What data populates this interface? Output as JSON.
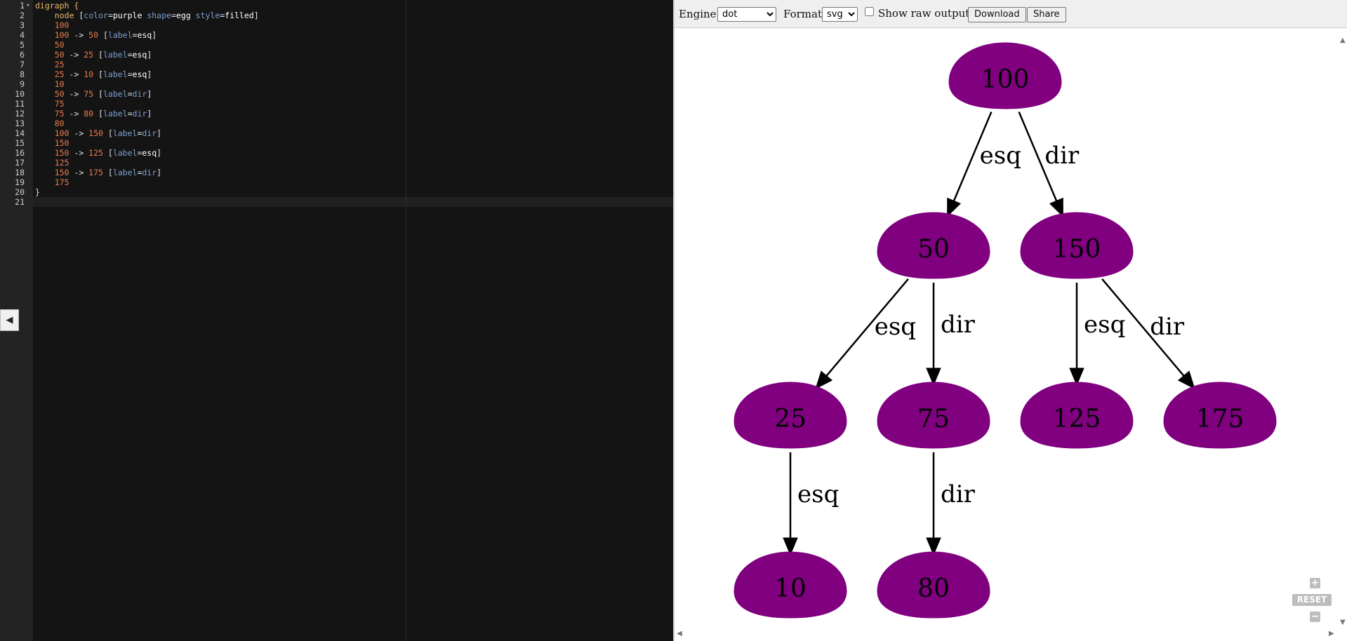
{
  "editor": {
    "line_numbers": [
      "1",
      "2",
      "3",
      "4",
      "5",
      "6",
      "7",
      "8",
      "9",
      "10",
      "11",
      "12",
      "13",
      "14",
      "15",
      "16",
      "17",
      "18",
      "19",
      "20",
      "21"
    ],
    "lines": [
      [
        {
          "t": "digraph {",
          "c": "kw"
        }
      ],
      [
        {
          "t": "    ",
          "c": "op"
        },
        {
          "t": "node",
          "c": "kw"
        },
        {
          "t": " [",
          "c": "op"
        },
        {
          "t": "color",
          "c": "attr"
        },
        {
          "t": "=",
          "c": "op"
        },
        {
          "t": "purple",
          "c": "val"
        },
        {
          "t": " ",
          "c": "op"
        },
        {
          "t": "shape",
          "c": "attr"
        },
        {
          "t": "=",
          "c": "op"
        },
        {
          "t": "egg",
          "c": "val"
        },
        {
          "t": " ",
          "c": "op"
        },
        {
          "t": "style",
          "c": "attr"
        },
        {
          "t": "=",
          "c": "op"
        },
        {
          "t": "filled",
          "c": "val"
        },
        {
          "t": "]",
          "c": "op"
        }
      ],
      [
        {
          "t": "    100",
          "c": "num"
        }
      ],
      [
        {
          "t": "    100",
          "c": "num"
        },
        {
          "t": " -> ",
          "c": "op"
        },
        {
          "t": "50",
          "c": "num"
        },
        {
          "t": " [",
          "c": "op"
        },
        {
          "t": "label",
          "c": "attr"
        },
        {
          "t": "=",
          "c": "op"
        },
        {
          "t": "esq",
          "c": "val"
        },
        {
          "t": "]",
          "c": "op"
        }
      ],
      [
        {
          "t": "    50",
          "c": "num"
        }
      ],
      [
        {
          "t": "    50",
          "c": "num"
        },
        {
          "t": " -> ",
          "c": "op"
        },
        {
          "t": "25",
          "c": "num"
        },
        {
          "t": " [",
          "c": "op"
        },
        {
          "t": "label",
          "c": "attr"
        },
        {
          "t": "=",
          "c": "op"
        },
        {
          "t": "esq",
          "c": "val"
        },
        {
          "t": "]",
          "c": "op"
        }
      ],
      [
        {
          "t": "    25",
          "c": "num"
        }
      ],
      [
        {
          "t": "    25",
          "c": "num"
        },
        {
          "t": " -> ",
          "c": "op"
        },
        {
          "t": "10",
          "c": "num"
        },
        {
          "t": " [",
          "c": "op"
        },
        {
          "t": "label",
          "c": "attr"
        },
        {
          "t": "=",
          "c": "op"
        },
        {
          "t": "esq",
          "c": "val"
        },
        {
          "t": "]",
          "c": "op"
        }
      ],
      [
        {
          "t": "    10",
          "c": "num"
        }
      ],
      [
        {
          "t": "    50",
          "c": "num"
        },
        {
          "t": " -> ",
          "c": "op"
        },
        {
          "t": "75",
          "c": "num"
        },
        {
          "t": " [",
          "c": "op"
        },
        {
          "t": "label",
          "c": "attr"
        },
        {
          "t": "=",
          "c": "op"
        },
        {
          "t": "dir",
          "c": "attr"
        },
        {
          "t": "]",
          "c": "op"
        }
      ],
      [
        {
          "t": "    75",
          "c": "num"
        }
      ],
      [
        {
          "t": "    75",
          "c": "num"
        },
        {
          "t": " -> ",
          "c": "op"
        },
        {
          "t": "80",
          "c": "num"
        },
        {
          "t": " [",
          "c": "op"
        },
        {
          "t": "label",
          "c": "attr"
        },
        {
          "t": "=",
          "c": "op"
        },
        {
          "t": "dir",
          "c": "attr"
        },
        {
          "t": "]",
          "c": "op"
        }
      ],
      [
        {
          "t": "    80",
          "c": "num"
        }
      ],
      [
        {
          "t": "    100",
          "c": "num"
        },
        {
          "t": " -> ",
          "c": "op"
        },
        {
          "t": "150",
          "c": "num"
        },
        {
          "t": " [",
          "c": "op"
        },
        {
          "t": "label",
          "c": "attr"
        },
        {
          "t": "=",
          "c": "op"
        },
        {
          "t": "dir",
          "c": "attr"
        },
        {
          "t": "]",
          "c": "op"
        }
      ],
      [
        {
          "t": "    150",
          "c": "num"
        }
      ],
      [
        {
          "t": "    150",
          "c": "num"
        },
        {
          "t": " -> ",
          "c": "op"
        },
        {
          "t": "125",
          "c": "num"
        },
        {
          "t": " [",
          "c": "op"
        },
        {
          "t": "label",
          "c": "attr"
        },
        {
          "t": "=",
          "c": "op"
        },
        {
          "t": "esq",
          "c": "val"
        },
        {
          "t": "]",
          "c": "op"
        }
      ],
      [
        {
          "t": "    125",
          "c": "num"
        }
      ],
      [
        {
          "t": "    150",
          "c": "num"
        },
        {
          "t": " -> ",
          "c": "op"
        },
        {
          "t": "175",
          "c": "num"
        },
        {
          "t": " [",
          "c": "op"
        },
        {
          "t": "label",
          "c": "attr"
        },
        {
          "t": "=",
          "c": "op"
        },
        {
          "t": "dir",
          "c": "attr"
        },
        {
          "t": "]",
          "c": "op"
        }
      ],
      [
        {
          "t": "    175",
          "c": "num"
        }
      ],
      [
        {
          "t": "}",
          "c": "op"
        }
      ],
      [
        {
          "t": "",
          "c": "op"
        }
      ]
    ],
    "collapse_icon": "left-triangle-icon"
  },
  "toolbar": {
    "engine_label": "Engine:",
    "engine_value": "dot",
    "format_label": "Format:",
    "format_value": "svg",
    "raw_output_label": "Show raw output",
    "raw_output_checked": false,
    "download_label": "Download",
    "share_label": "Share"
  },
  "graph": {
    "node_color": "#800080",
    "nodes": [
      "100",
      "50",
      "150",
      "25",
      "75",
      "125",
      "175",
      "10",
      "80"
    ],
    "edges": [
      {
        "from": "100",
        "to": "50",
        "label": "esq"
      },
      {
        "from": "100",
        "to": "150",
        "label": "dir"
      },
      {
        "from": "50",
        "to": "25",
        "label": "esq"
      },
      {
        "from": "50",
        "to": "75",
        "label": "dir"
      },
      {
        "from": "150",
        "to": "125",
        "label": "esq"
      },
      {
        "from": "150",
        "to": "175",
        "label": "dir"
      },
      {
        "from": "25",
        "to": "10",
        "label": "esq"
      },
      {
        "from": "75",
        "to": "80",
        "label": "dir"
      }
    ]
  },
  "zoom": {
    "zoom_in_icon": "plus-icon",
    "reset_label": "RESET",
    "zoom_out_icon": "minus-icon"
  }
}
